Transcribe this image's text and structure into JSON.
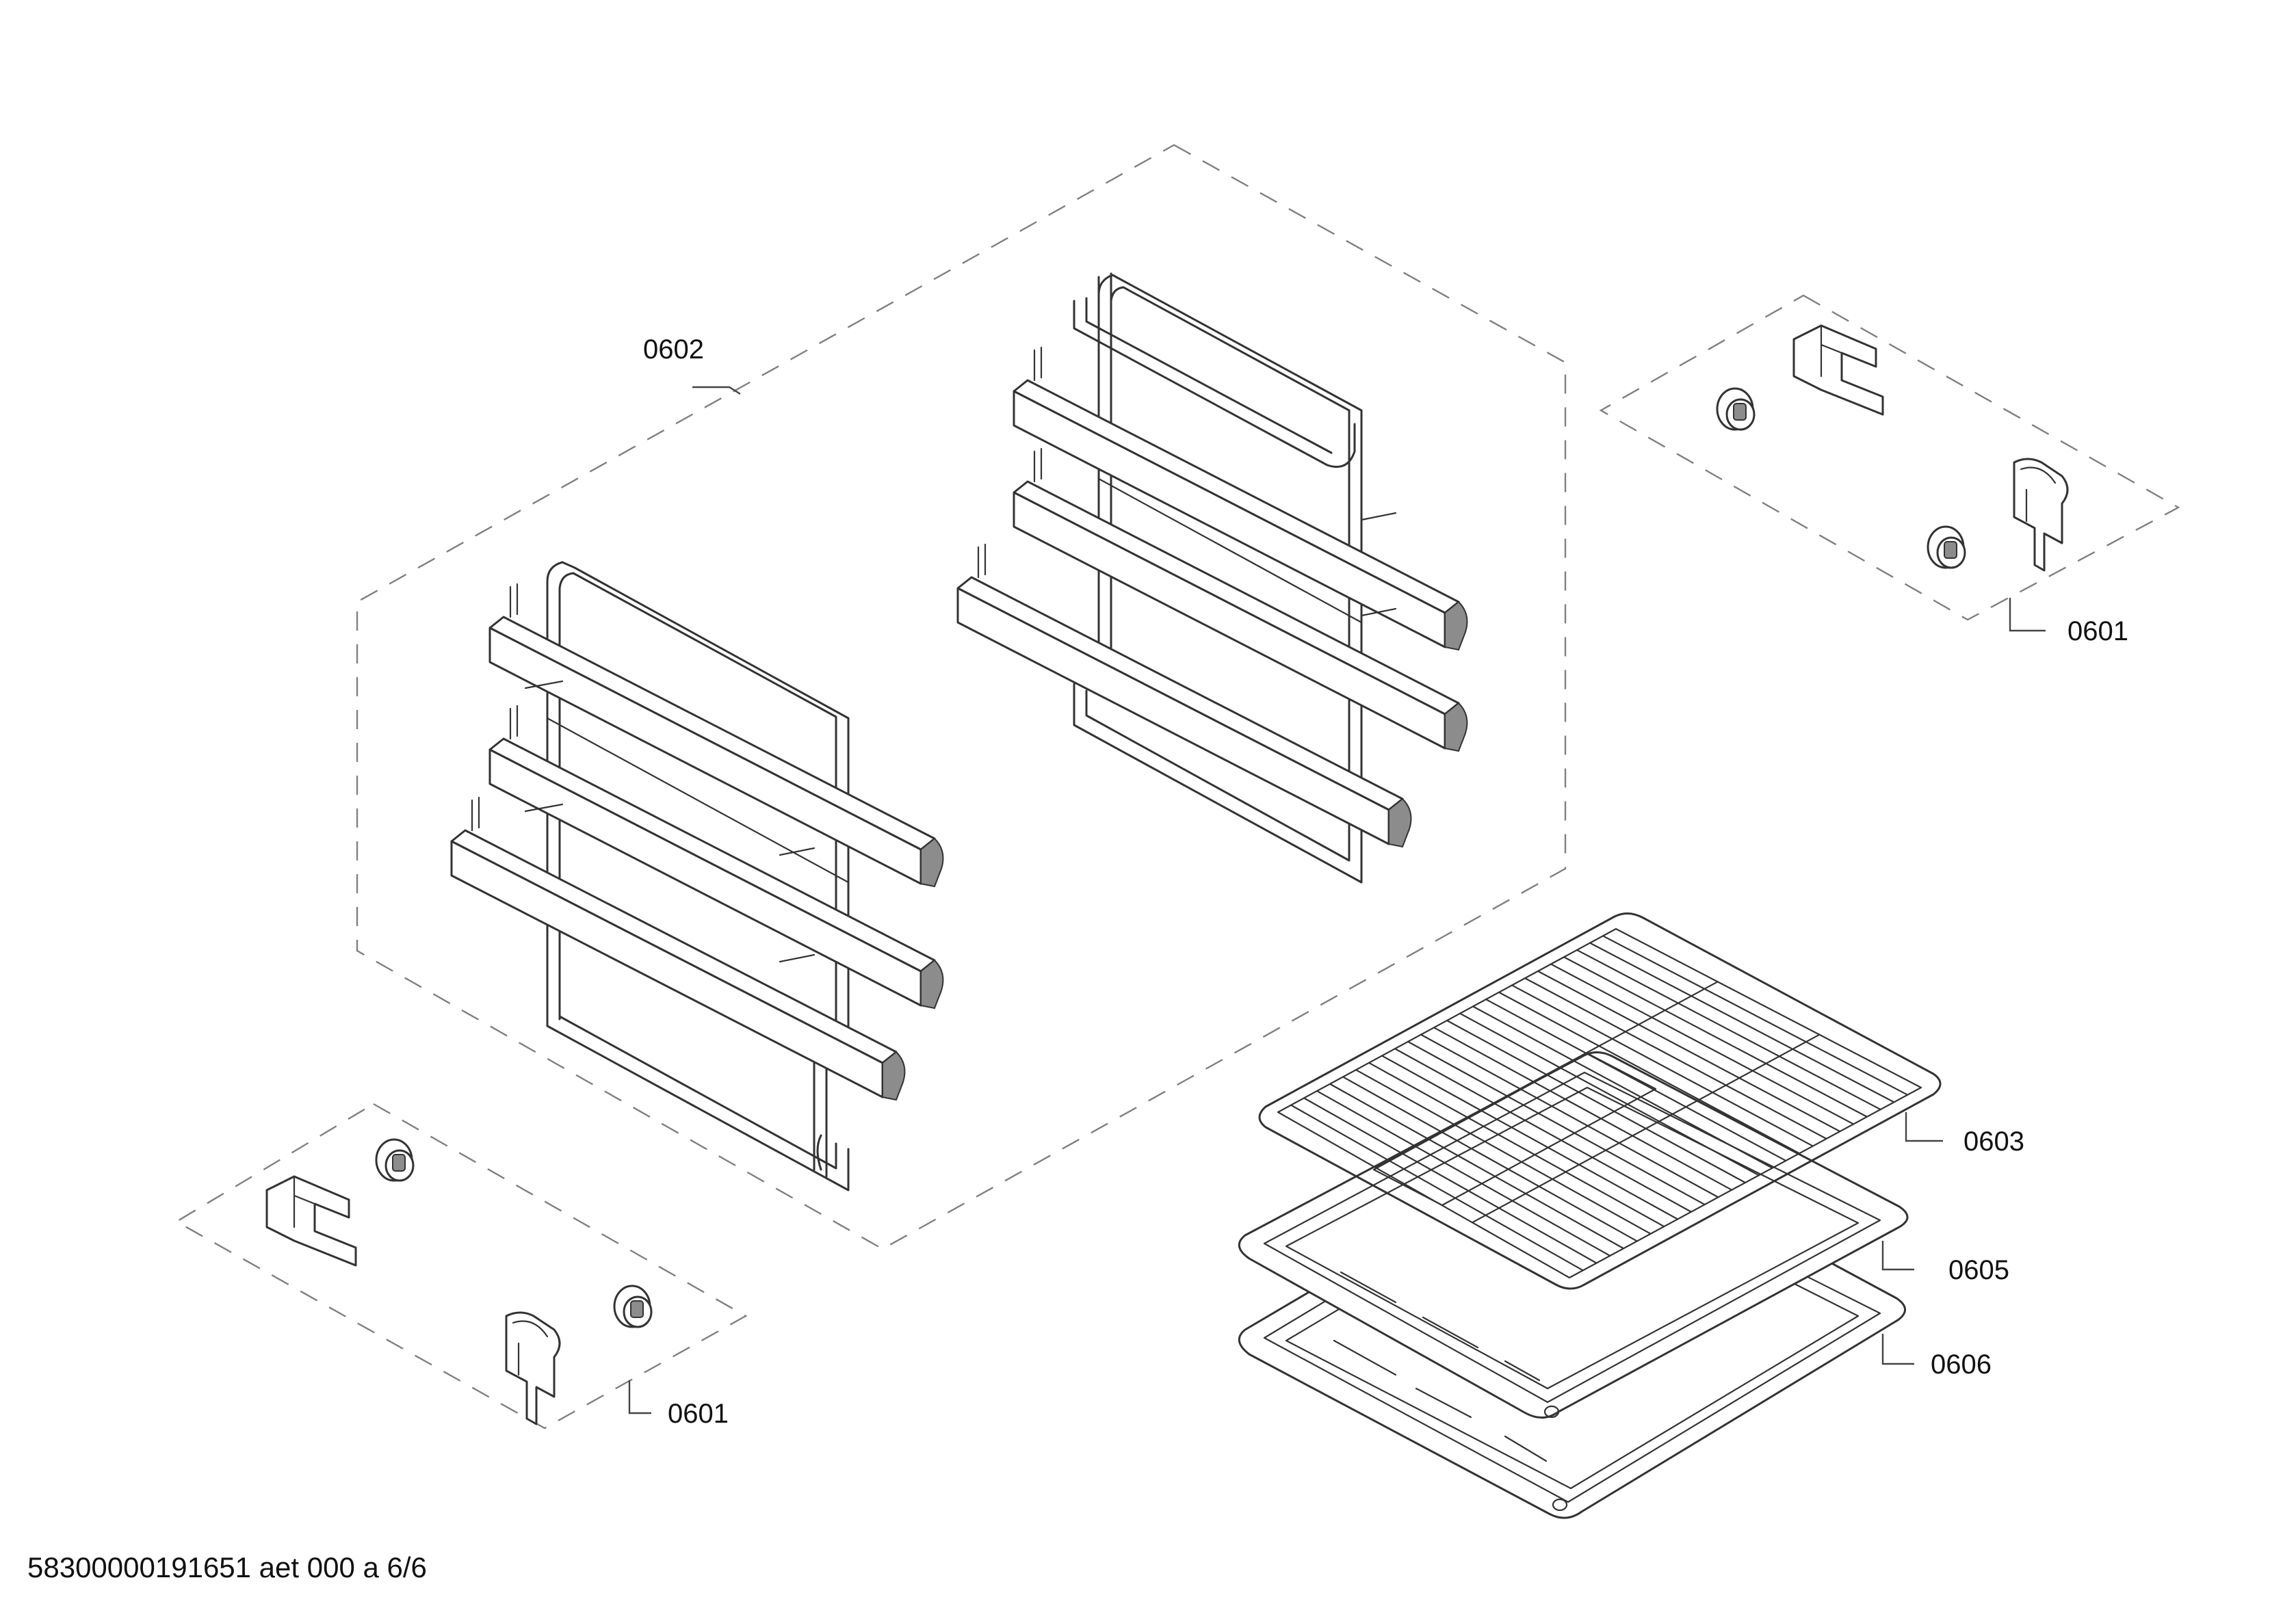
{
  "callouts": {
    "rails": "0602",
    "clips_right": "0601",
    "clips_left": "0601",
    "wire_rack": "0603",
    "baking_tray": "0605",
    "deep_pan": "0606"
  },
  "footer": "58300000191651 aet 000 a 6/6"
}
